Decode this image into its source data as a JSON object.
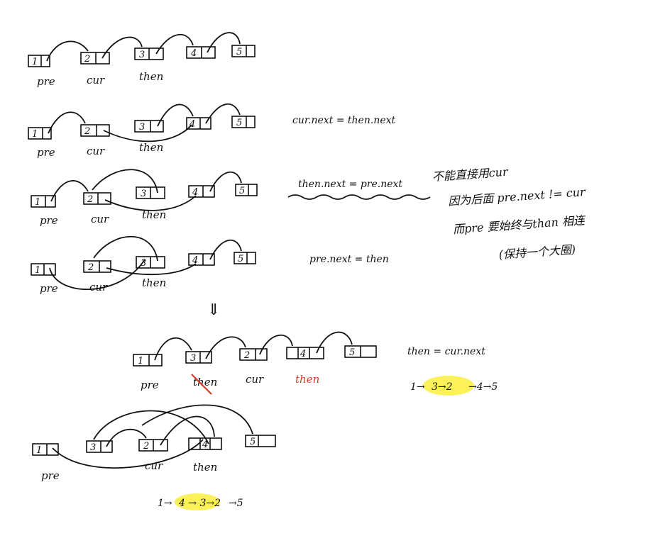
{
  "rows": [
    {
      "nodes": [
        "1",
        "2",
        "3",
        "4",
        "5"
      ],
      "labels": [
        "pre",
        "cur",
        "then"
      ]
    },
    {
      "nodes": [
        "1",
        "2",
        "3",
        "4",
        "5"
      ],
      "labels": [
        "pre",
        "cur",
        "then"
      ],
      "equation": "cur.next = then.next"
    },
    {
      "nodes": [
        "1",
        "2",
        "3",
        "4",
        "5"
      ],
      "labels": [
        "pre",
        "cur",
        "then"
      ],
      "equation": "then.next = pre.next"
    },
    {
      "nodes": [
        "1",
        "2",
        "3",
        "4",
        "5"
      ],
      "labels": [
        "pre",
        "cur",
        "then"
      ],
      "equation": "pre.next = then"
    },
    {
      "nodes": [
        "1",
        "3",
        "2",
        "4",
        "5"
      ],
      "labels": [
        "pre",
        "then",
        "cur",
        "then"
      ],
      "equation": "then = cur.next",
      "result": [
        "1→",
        "3→2",
        "→4→5"
      ]
    },
    {
      "nodes": [
        "1",
        "3",
        "2",
        "4",
        "5"
      ],
      "labels": [
        "pre",
        "cur",
        "then"
      ],
      "result": [
        "1→",
        "4 → 3→2",
        "→5"
      ]
    }
  ],
  "down_arrow": "⇓",
  "note": [
    "不能直接用cur",
    "因为后面 pre.next != cur",
    "而pre 要始终与than 相连",
    "(保持一个大圈)"
  ],
  "colors": {
    "ink": "#111111",
    "highlight": "#fbef3c",
    "red": "#d63a2a"
  }
}
